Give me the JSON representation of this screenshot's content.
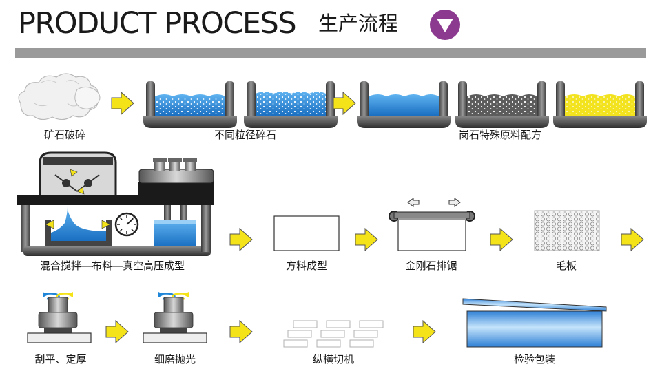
{
  "header": {
    "title": "PRODUCT PROCESS",
    "subtitle": "生产流程",
    "badge_icon": "down-triangle-icon",
    "colors": {
      "badge": "#8b3a8f",
      "rule": "#9a9a9a"
    }
  },
  "steps": [
    {
      "label": "矿石破碎",
      "icon": "ore-rocks-icon"
    },
    {
      "label": "不同粒径碎石",
      "icon": "crushed-stone-bins-icon"
    },
    {
      "label": "岗石特殊原料配方",
      "icon": "raw-material-bins-icon"
    },
    {
      "label": "混合搅拌—布料—真空高压成型",
      "icon": "mixer-press-machine-icon"
    },
    {
      "label": "方料成型",
      "icon": "block-icon"
    },
    {
      "label": "金刚石排锯",
      "icon": "diamond-gang-saw-icon"
    },
    {
      "label": "毛板",
      "icon": "rough-slab-icon"
    },
    {
      "label": "刮平、定厚",
      "icon": "calibrating-machine-icon"
    },
    {
      "label": "细磨抛光",
      "icon": "polishing-machine-icon"
    },
    {
      "label": "纵横切机",
      "icon": "cut-tiles-icon"
    },
    {
      "label": "检验包装",
      "icon": "packing-box-icon"
    }
  ],
  "colors": {
    "arrow": "#f5e31a",
    "blue_fill": "#1f86d8",
    "yellow_fill": "#f2e31e",
    "gray_fill": "#5c5c5c",
    "bin_frame": "#6a6a6a"
  }
}
